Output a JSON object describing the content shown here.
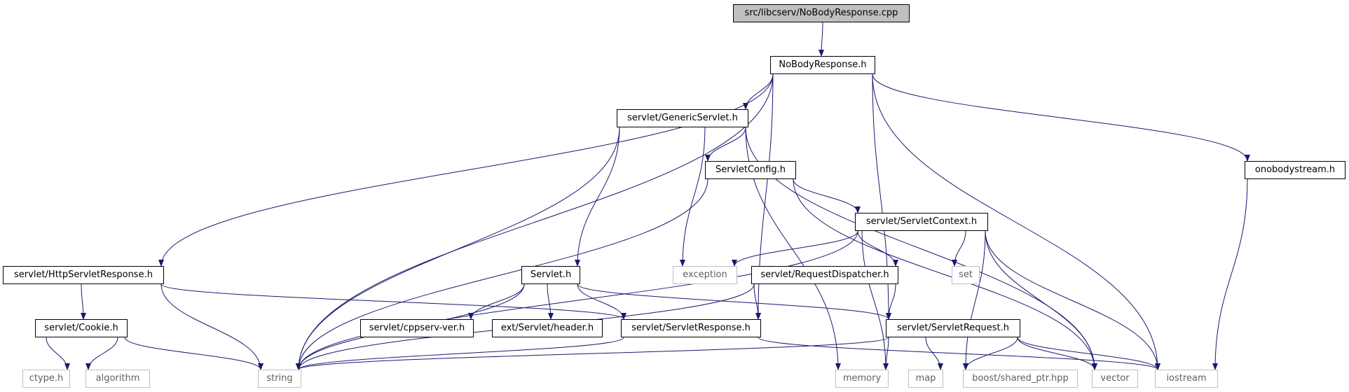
{
  "colors": {
    "edge": "#191970",
    "root_fill": "#bfbfbf",
    "node_border": "#000000",
    "external_border": "#bfbfbf",
    "external_text": "#606060"
  },
  "nodes": {
    "root": "src/libcserv/NoBodyResponse.cpp",
    "nobodyresponse": "NoBodyResponse.h",
    "genericservlet": "servlet/GenericServlet.h",
    "servletconfig": "ServletConfig.h",
    "onobodystream": "onobodystream.h",
    "servletcontext": "servlet/ServletContext.h",
    "httpservletresponse": "servlet/HttpServletResponse.h",
    "servlet": "Servlet.h",
    "exception": "exception",
    "requestdispatcher": "servlet/RequestDispatcher.h",
    "set": "set",
    "cookie": "servlet/Cookie.h",
    "cppserv_ver": "servlet/cppserv-ver.h",
    "ext_servlet_header": "ext/Servlet/header.h",
    "servletresponse": "servlet/ServletResponse.h",
    "servletrequest": "servlet/ServletRequest.h",
    "ctype": "ctype.h",
    "algorithm": "algorithm",
    "string": "string",
    "memory": "memory",
    "map": "map",
    "shared_ptr": "boost/shared_ptr.hpp",
    "vector": "vector",
    "iostream": "iostream"
  },
  "edges": [
    [
      "root",
      "nobodyresponse"
    ],
    [
      "nobodyresponse",
      "genericservlet"
    ],
    [
      "nobodyresponse",
      "httpservletresponse"
    ],
    [
      "nobodyresponse",
      "string"
    ],
    [
      "nobodyresponse",
      "servletresponse"
    ],
    [
      "nobodyresponse",
      "servletrequest"
    ],
    [
      "nobodyresponse",
      "iostream"
    ],
    [
      "nobodyresponse",
      "onobodystream"
    ],
    [
      "genericservlet",
      "servletconfig"
    ],
    [
      "genericservlet",
      "servlet"
    ],
    [
      "genericservlet",
      "exception"
    ],
    [
      "genericservlet",
      "string"
    ],
    [
      "genericservlet",
      "memory"
    ],
    [
      "genericservlet",
      "vector"
    ],
    [
      "servletconfig",
      "servletcontext"
    ],
    [
      "servletconfig",
      "string"
    ],
    [
      "servletconfig",
      "vector"
    ],
    [
      "servletcontext",
      "exception"
    ],
    [
      "servletcontext",
      "requestdispatcher"
    ],
    [
      "servletcontext",
      "set"
    ],
    [
      "servletcontext",
      "string"
    ],
    [
      "servletcontext",
      "memory"
    ],
    [
      "servletcontext",
      "shared_ptr"
    ],
    [
      "servletcontext",
      "vector"
    ],
    [
      "servletcontext",
      "iostream"
    ],
    [
      "onobodystream",
      "iostream"
    ],
    [
      "httpservletresponse",
      "cookie"
    ],
    [
      "httpservletresponse",
      "servletresponse"
    ],
    [
      "httpservletresponse",
      "string"
    ],
    [
      "cookie",
      "ctype"
    ],
    [
      "cookie",
      "algorithm"
    ],
    [
      "cookie",
      "string"
    ],
    [
      "servlet",
      "cppserv_ver"
    ],
    [
      "servlet",
      "ext_servlet_header"
    ],
    [
      "servlet",
      "servletresponse"
    ],
    [
      "servlet",
      "servletrequest"
    ],
    [
      "servlet",
      "string"
    ],
    [
      "requestdispatcher",
      "servletresponse"
    ],
    [
      "requestdispatcher",
      "servletrequest"
    ],
    [
      "requestdispatcher",
      "string"
    ],
    [
      "servletresponse",
      "string"
    ],
    [
      "servletresponse",
      "iostream"
    ],
    [
      "servletrequest",
      "string"
    ],
    [
      "servletrequest",
      "memory"
    ],
    [
      "servletrequest",
      "map"
    ],
    [
      "servletrequest",
      "shared_ptr"
    ],
    [
      "servletrequest",
      "vector"
    ],
    [
      "servletrequest",
      "iostream"
    ]
  ]
}
